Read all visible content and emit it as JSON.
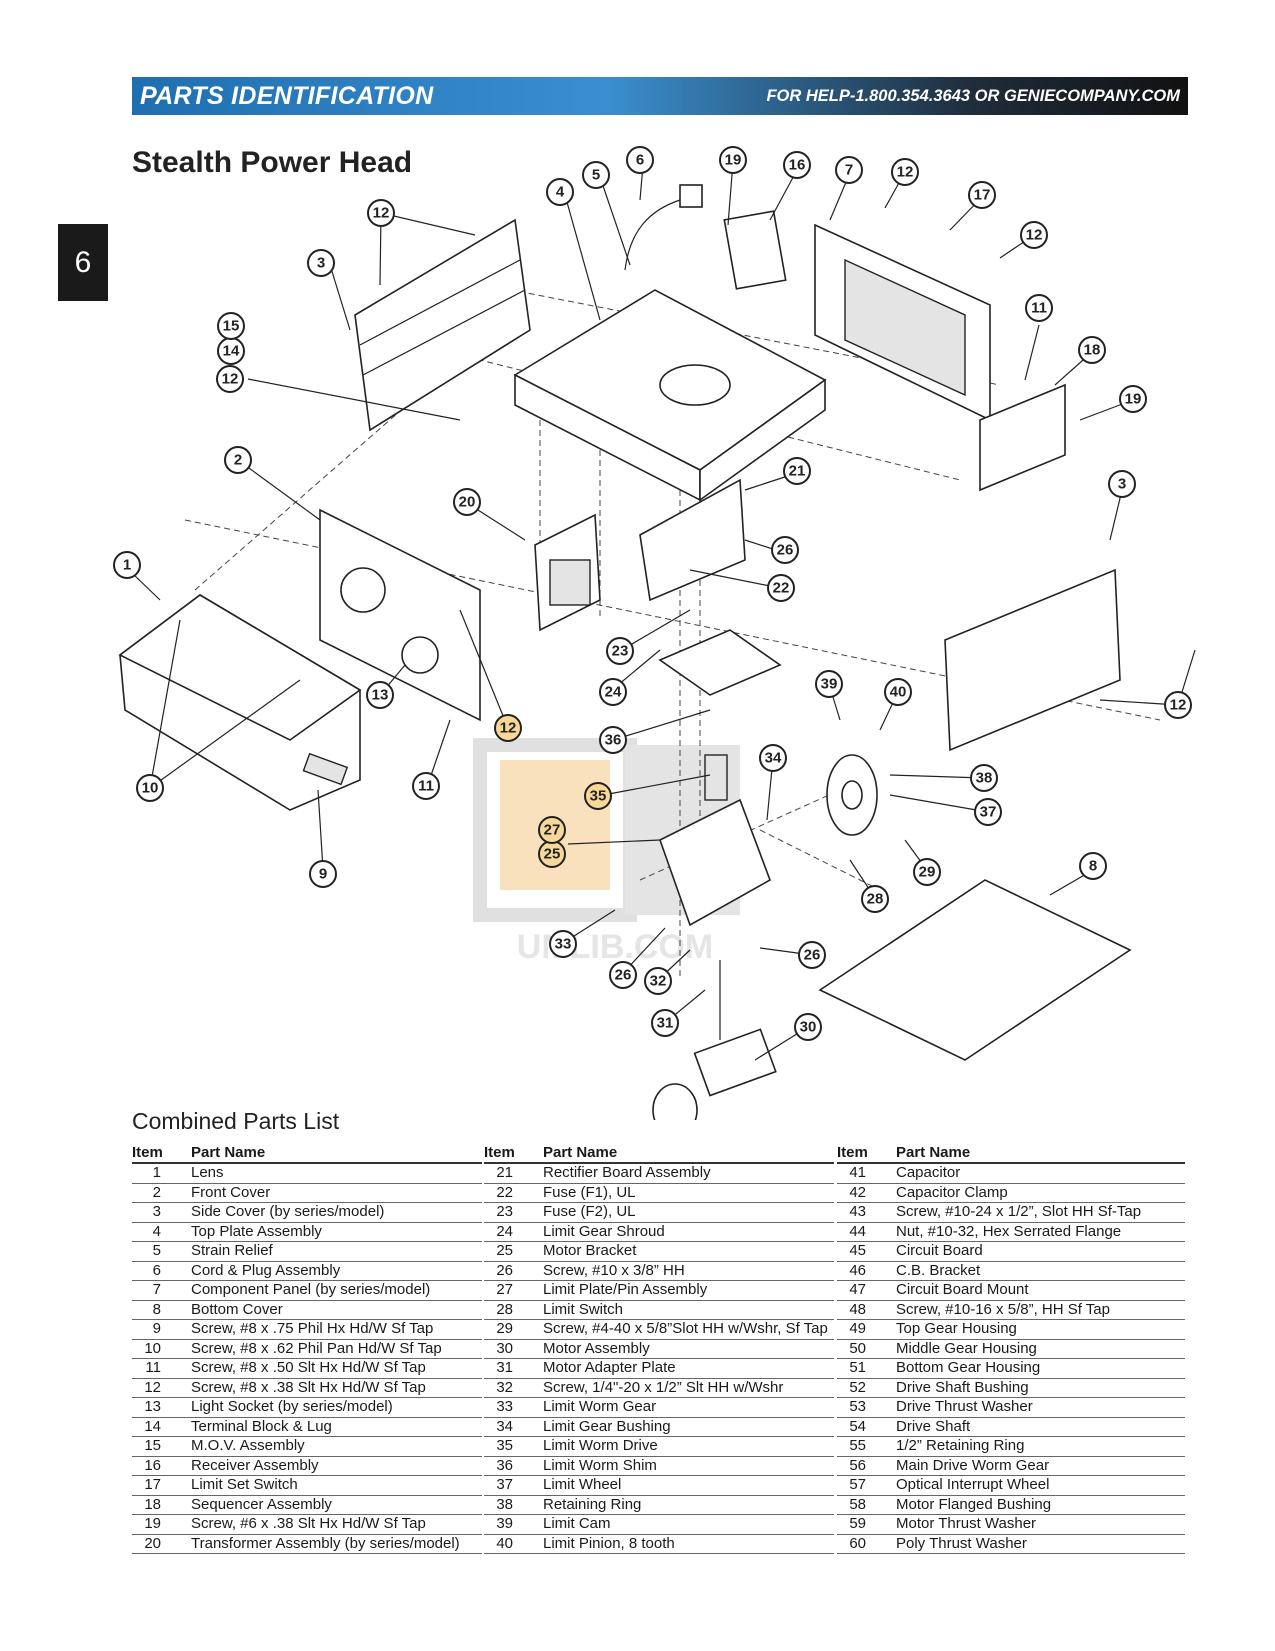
{
  "header": {
    "title": "PARTS IDENTIFICATION",
    "help": "FOR HELP-1.800.354.3643 OR GENIECOMPANY.COM"
  },
  "page_tab": "6",
  "section_title": "Stealth Power Head",
  "watermark": "UMLIB.COM",
  "diagram": {
    "callouts": [
      "1",
      "2",
      "3",
      "3",
      "4",
      "5",
      "6",
      "7",
      "8",
      "9",
      "10",
      "11",
      "11",
      "12",
      "12",
      "12",
      "12",
      "12",
      "12",
      "13",
      "14",
      "15",
      "16",
      "17",
      "18",
      "19",
      "19",
      "20",
      "21",
      "22",
      "23",
      "24",
      "25",
      "26",
      "26",
      "26",
      "27",
      "28",
      "29",
      "30",
      "31",
      "32",
      "33",
      "34",
      "35",
      "36",
      "37",
      "38",
      "39",
      "40"
    ]
  },
  "parts_list": {
    "title": "Combined Parts List",
    "header_item": "Item",
    "header_name": "Part Name",
    "columns": [
      [
        {
          "item": "1",
          "name": "Lens"
        },
        {
          "item": "2",
          "name": "Front Cover"
        },
        {
          "item": "3",
          "name": "Side Cover (by series/model)"
        },
        {
          "item": "4",
          "name": "Top Plate Assembly"
        },
        {
          "item": "5",
          "name": "Strain Relief"
        },
        {
          "item": "6",
          "name": "Cord & Plug Assembly"
        },
        {
          "item": "7",
          "name": "Component Panel (by series/model)"
        },
        {
          "item": "8",
          "name": "Bottom Cover"
        },
        {
          "item": "9",
          "name": "Screw, #8 x .75 Phil Hx Hd/W Sf Tap"
        },
        {
          "item": "10",
          "name": "Screw, #8 x .62 Phil Pan Hd/W Sf Tap"
        },
        {
          "item": "11",
          "name": "Screw, #8 x .50 Slt Hx Hd/W Sf Tap"
        },
        {
          "item": "12",
          "name": "Screw, #8 x .38 Slt Hx Hd/W Sf Tap"
        },
        {
          "item": "13",
          "name": "Light Socket (by series/model)"
        },
        {
          "item": "14",
          "name": "Terminal Block & Lug"
        },
        {
          "item": "15",
          "name": "M.O.V. Assembly"
        },
        {
          "item": "16",
          "name": "Receiver Assembly"
        },
        {
          "item": "17",
          "name": "Limit Set Switch"
        },
        {
          "item": "18",
          "name": "Sequencer Assembly"
        },
        {
          "item": "19",
          "name": "Screw, #6 x .38 Slt Hx Hd/W Sf Tap"
        },
        {
          "item": "20",
          "name": "Transformer Assembly (by series/model)"
        }
      ],
      [
        {
          "item": "21",
          "name": "Rectifier Board Assembly"
        },
        {
          "item": "22",
          "name": "Fuse (F1), UL"
        },
        {
          "item": "23",
          "name": "Fuse (F2), UL"
        },
        {
          "item": "24",
          "name": "Limit Gear Shroud"
        },
        {
          "item": "25",
          "name": "Motor Bracket"
        },
        {
          "item": "26",
          "name": "Screw, #10 x 3/8” HH"
        },
        {
          "item": "27",
          "name": "Limit Plate/Pin Assembly"
        },
        {
          "item": "28",
          "name": "Limit Switch"
        },
        {
          "item": "29",
          "name": "Screw, #4-40 x 5/8”Slot HH w/Wshr, Sf Tap"
        },
        {
          "item": "30",
          "name": "Motor Assembly"
        },
        {
          "item": "31",
          "name": "Motor Adapter Plate"
        },
        {
          "item": "32",
          "name": "Screw, 1/4\"-20 x 1/2” Slt HH w/Wshr"
        },
        {
          "item": "33",
          "name": "Limit Worm Gear"
        },
        {
          "item": "34",
          "name": "Limit Gear Bushing"
        },
        {
          "item": "35",
          "name": "Limit Worm Drive"
        },
        {
          "item": "36",
          "name": "Limit Worm Shim"
        },
        {
          "item": "37",
          "name": "Limit Wheel"
        },
        {
          "item": "38",
          "name": "Retaining Ring"
        },
        {
          "item": "39",
          "name": "Limit Cam"
        },
        {
          "item": "40",
          "name": "Limit Pinion, 8 tooth"
        }
      ],
      [
        {
          "item": "41",
          "name": "Capacitor"
        },
        {
          "item": "42",
          "name": "Capacitor Clamp"
        },
        {
          "item": "43",
          "name": "Screw, #10-24 x 1/2”, Slot HH Sf-Tap"
        },
        {
          "item": "44",
          "name": "Nut, #10-32, Hex Serrated Flange"
        },
        {
          "item": "45",
          "name": "Circuit Board"
        },
        {
          "item": "46",
          "name": "C.B. Bracket"
        },
        {
          "item": "47",
          "name": "Circuit Board Mount"
        },
        {
          "item": "48",
          "name": "Screw, #10-16 x 5/8”, HH Sf Tap"
        },
        {
          "item": "49",
          "name": "Top Gear Housing"
        },
        {
          "item": "50",
          "name": "Middle Gear Housing"
        },
        {
          "item": "51",
          "name": "Bottom Gear Housing"
        },
        {
          "item": "52",
          "name": "Drive Shaft Bushing"
        },
        {
          "item": "53",
          "name": "Drive Thrust Washer"
        },
        {
          "item": "54",
          "name": "Drive Shaft"
        },
        {
          "item": "55",
          "name": "1/2” Retaining Ring"
        },
        {
          "item": "56",
          "name": "Main Drive Worm Gear"
        },
        {
          "item": "57",
          "name": "Optical Interrupt Wheel"
        },
        {
          "item": "58",
          "name": "Motor Flanged Bushing"
        },
        {
          "item": "59",
          "name": "Motor Thrust Washer"
        },
        {
          "item": "60",
          "name": "Poly Thrust Washer"
        }
      ]
    ]
  }
}
